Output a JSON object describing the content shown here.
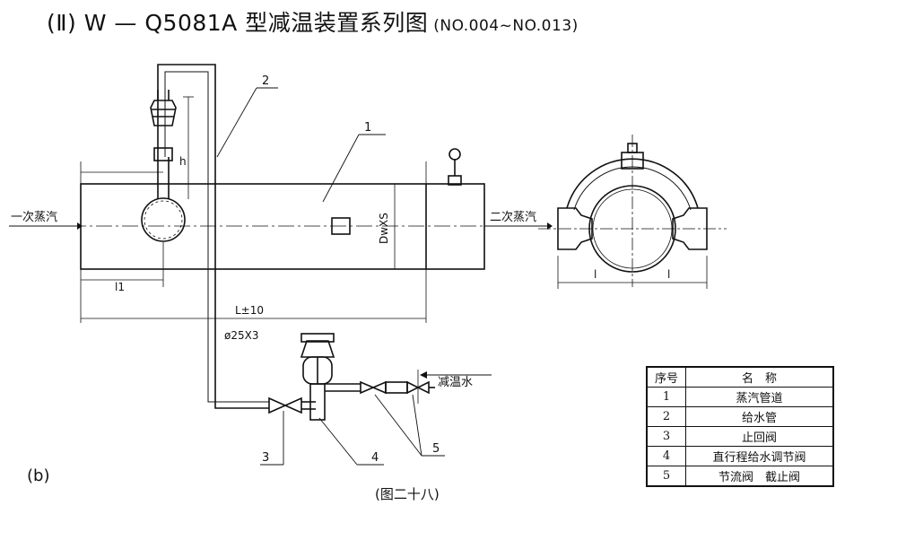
{
  "title": {
    "main": "(Ⅱ) W — Q5081A 型减温装置系列图",
    "sub": "(NO.004~NO.013)"
  },
  "figure_tag": "(b)",
  "caption": "(图二十八)",
  "labels": {
    "inlet": "一次蒸汽",
    "outlet": "二次蒸汽",
    "water": "减温水",
    "diameter": "DwXS",
    "h": "h",
    "l1": "l1",
    "length": "L±10",
    "pipe_size": "ø25X3",
    "side_l_left": "l",
    "side_l_right": "l"
  },
  "callouts": {
    "c1": "1",
    "c2": "2",
    "c3": "3",
    "c4": "4",
    "c5": "5"
  },
  "parts_table": {
    "headers": {
      "no": "序号",
      "name": "名　称"
    },
    "rows": [
      {
        "no": "1",
        "name": "蒸汽管道"
      },
      {
        "no": "2",
        "name": "给水管"
      },
      {
        "no": "3",
        "name": "止回阀"
      },
      {
        "no": "4",
        "name": "直行程给水调节阀"
      },
      {
        "no": "5",
        "name": "节流阀　截止阀"
      }
    ]
  }
}
